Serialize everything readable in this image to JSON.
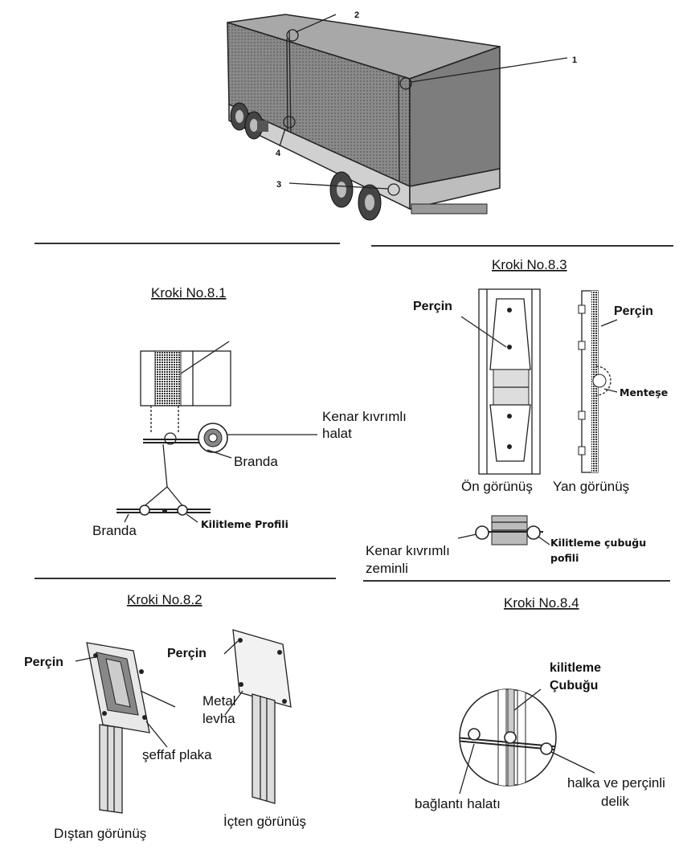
{
  "truck": {
    "callouts": [
      "1",
      "2",
      "3",
      "4"
    ]
  },
  "kroki_8_1": {
    "title": "Kroki No.8.1",
    "label_rope": "Kenar kıvrımlı\nhalat",
    "label_rope_1": "Kenar kıvrımlı",
    "label_rope_2": "halat",
    "label_branda_1": "Branda",
    "label_branda_2": "Branda",
    "label_profile": "Kilitleme Profili"
  },
  "kroki_8_2": {
    "title": "Kroki No.8.2",
    "label_rivet_outer": "Perçin",
    "label_rivet_inner": "Perçin",
    "label_metal_1": "Metal",
    "label_metal_2": "levha",
    "label_plate": "şeffaf plaka",
    "label_outer_view": "Dıştan görünüş",
    "label_inner_view": "İçten görünüş"
  },
  "kroki_8_3": {
    "title": "Kroki No.8.3",
    "label_rivet_front": "Perçin",
    "label_rivet_side": "Perçin",
    "label_hinge": "Menteşe",
    "label_front_view": "Ön görünüş",
    "label_side_view": "Yan görünüş",
    "label_floor_1": "Kenar kıvrımlı",
    "label_floor_2": "zeminli",
    "label_bar_1": "Kilitleme çubuğu",
    "label_bar_2": "pofili"
  },
  "kroki_8_4": {
    "title": "Kroki No.8.4",
    "label_lockbar_1": "kilitleme",
    "label_lockbar_2": "Çubuğu",
    "label_ring_1": "halka ve perçinli",
    "label_ring_2": "delik",
    "label_rope": "bağlantı halatı"
  }
}
